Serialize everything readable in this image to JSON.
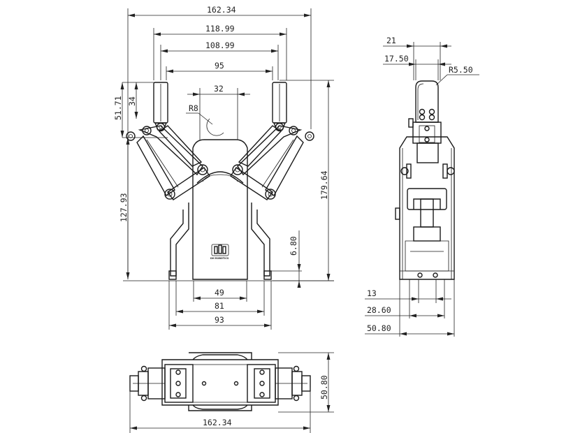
{
  "drawing": {
    "front_view": {
      "dims": {
        "overall_width": "162.34",
        "finger_outer": "118.99",
        "finger_mid": "108.99",
        "finger_inner": "95",
        "gap_32": "32",
        "radius_r8": "R8",
        "stroke_51": "51.71",
        "stroke_34": "34",
        "height_127": "127.93",
        "height_179": "179.64",
        "offset_680": "6.80",
        "base_49": "49",
        "base_81": "81",
        "base_93": "93"
      },
      "logo_text": "DH ROBOTICS"
    },
    "side_view": {
      "dims": {
        "top_21": "21",
        "top_1750": "17.50",
        "radius_r550": "R5.50",
        "bottom_13": "13",
        "bottom_2860": "28.60",
        "bottom_5080": "50.80"
      }
    },
    "top_view": {
      "dims": {
        "width": "162.34",
        "depth": "50.80"
      }
    }
  }
}
